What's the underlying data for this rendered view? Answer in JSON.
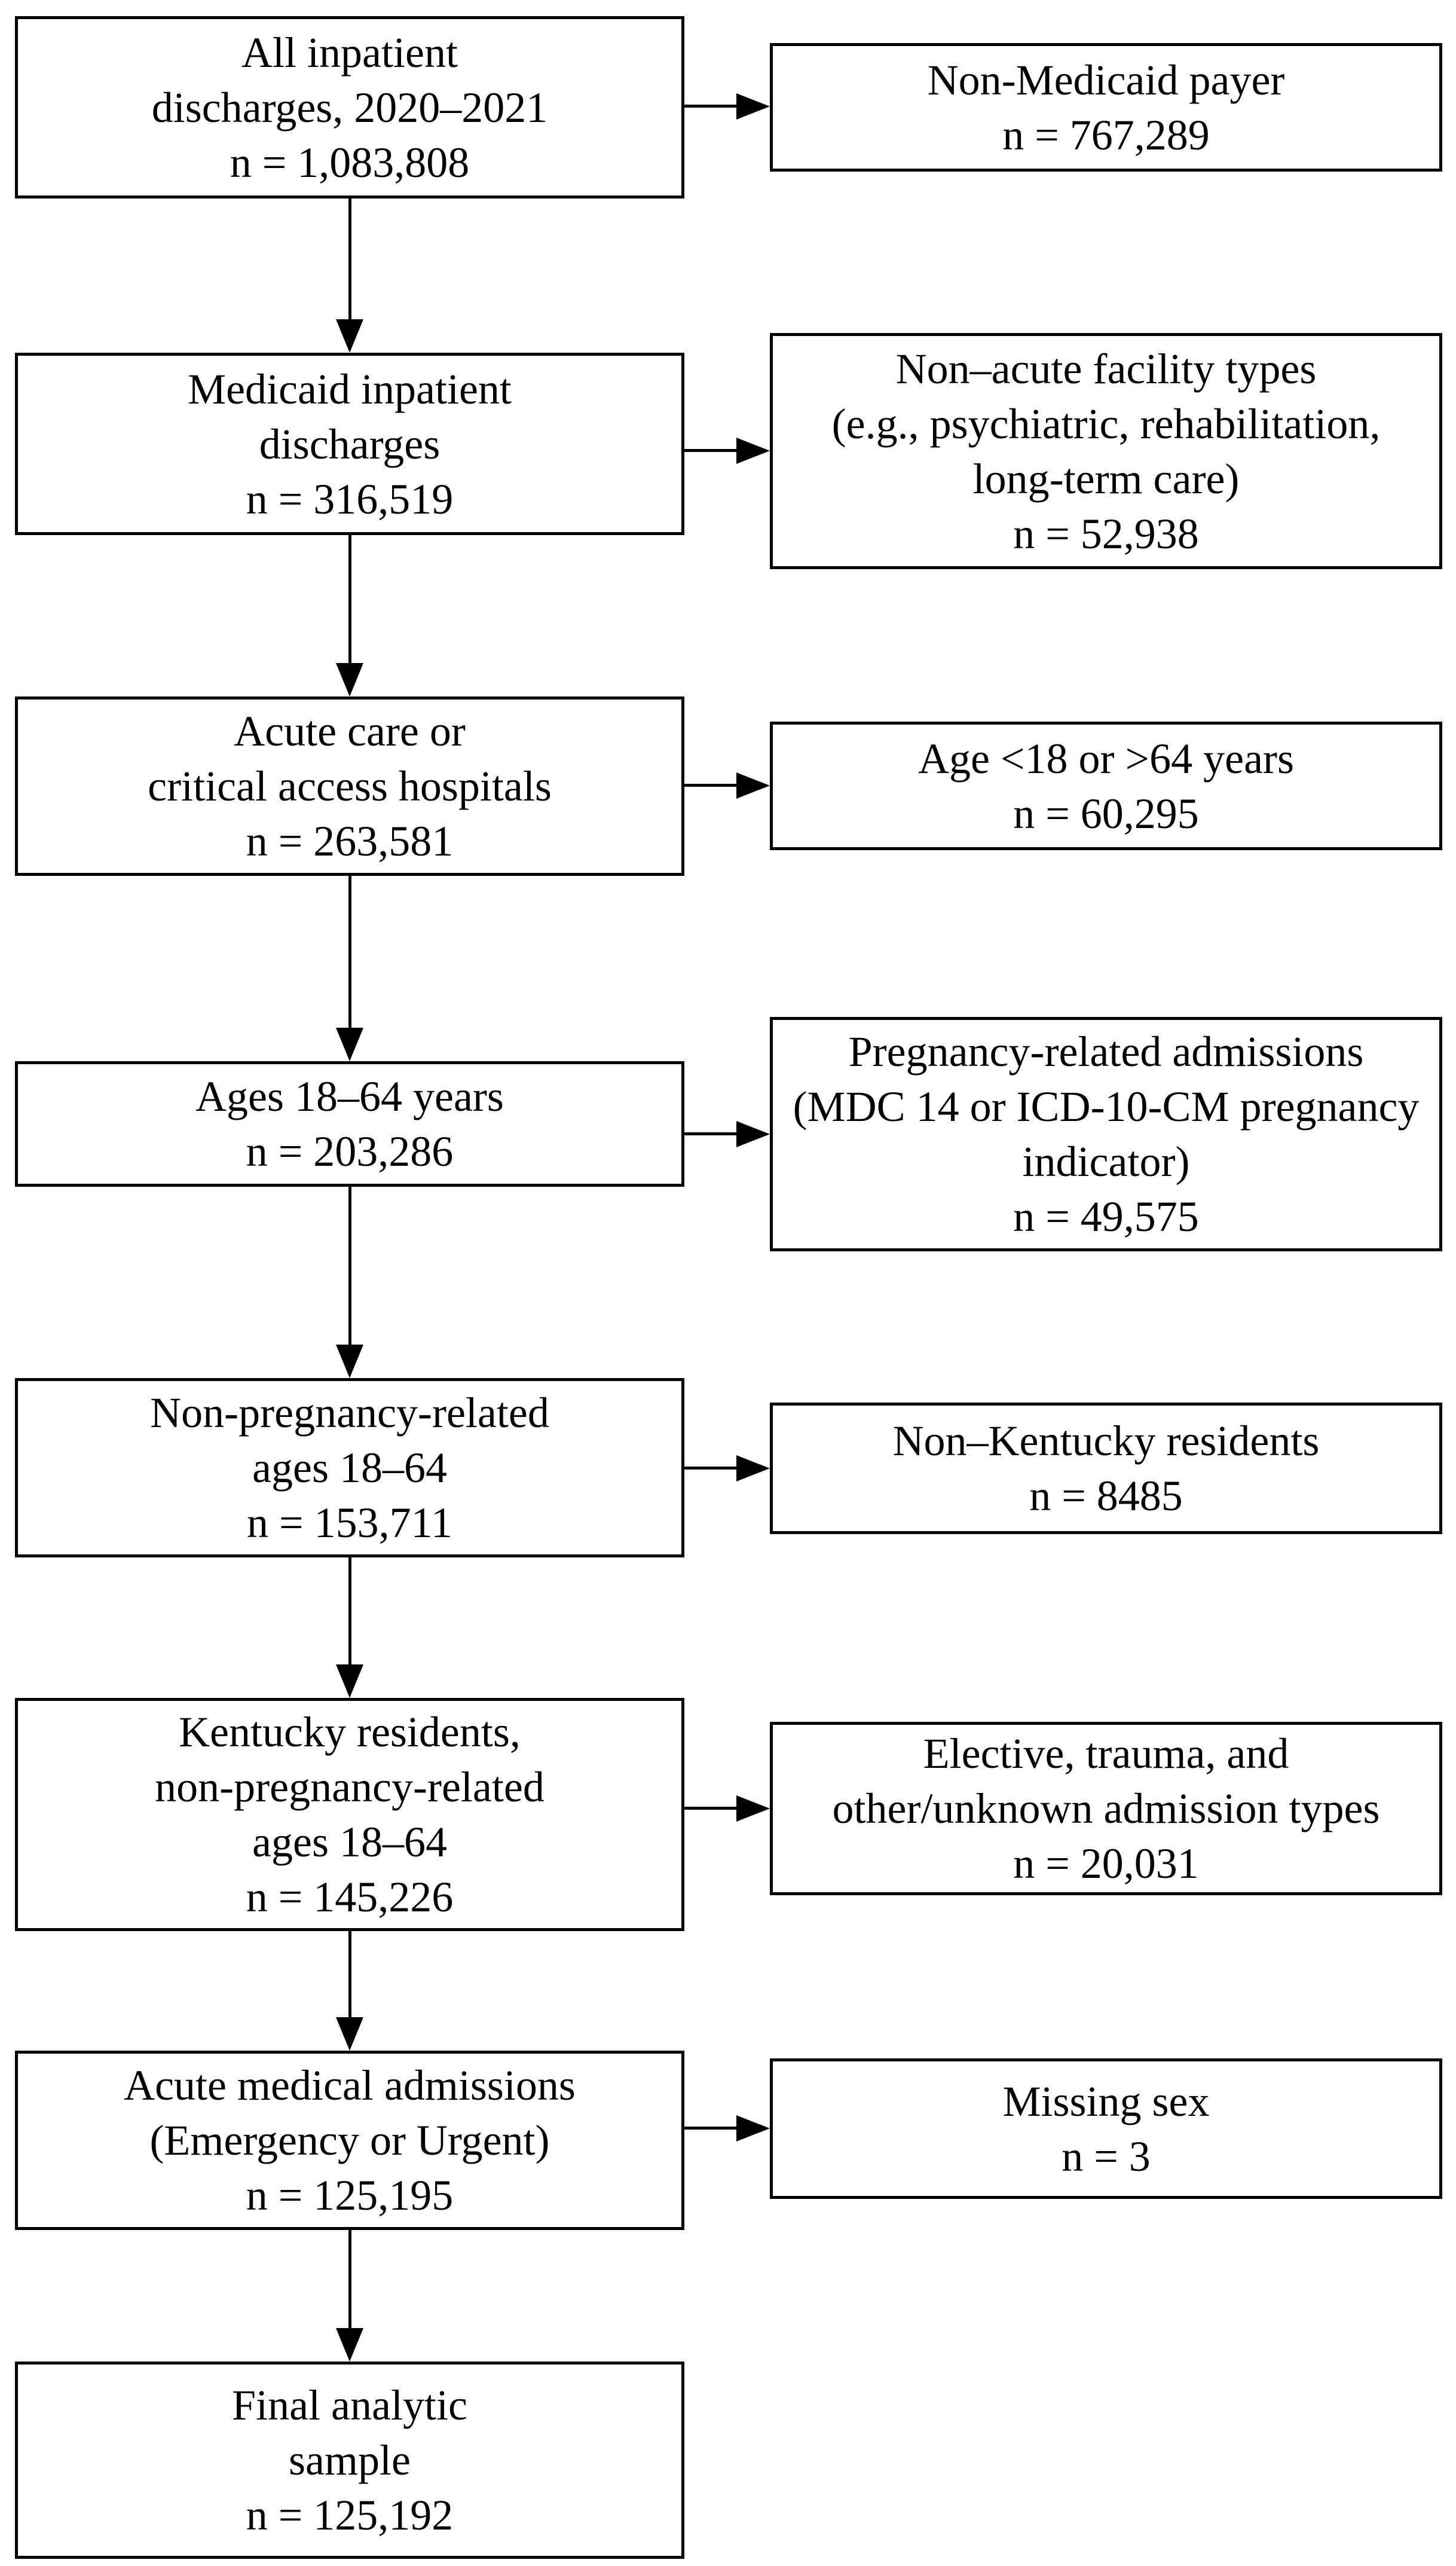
{
  "colors": {
    "background": "#ffffff",
    "line": "#000000",
    "text": "#000000"
  },
  "flow": {
    "main": [
      {
        "name": "all-inpatient-discharges",
        "text": "All inpatient\ndischarges, 2020–2021\nn = 1,083,808"
      },
      {
        "name": "medicaid-inpatient-discharges",
        "text": "Medicaid inpatient\ndischarges\nn = 316,519"
      },
      {
        "name": "acute-care-hospitals",
        "text": "Acute care or\ncritical access hospitals\nn = 263,581"
      },
      {
        "name": "ages-18-64",
        "text": "Ages 18–64 years\nn = 203,286"
      },
      {
        "name": "non-pregnancy-related",
        "text": "Non-pregnancy-related\nages 18–64\nn = 153,711"
      },
      {
        "name": "kentucky-residents",
        "text": "Kentucky residents,\nnon-pregnancy-related\nages 18–64\nn = 145,226"
      },
      {
        "name": "acute-medical-admissions",
        "text": "Acute medical admissions\n(Emergency or Urgent)\nn = 125,195"
      },
      {
        "name": "final-analytic-sample",
        "text": "Final analytic\nsample\nn = 125,192"
      }
    ],
    "exclusions": [
      {
        "name": "non-medicaid-payer",
        "text": "Non-Medicaid payer\nn = 767,289"
      },
      {
        "name": "non-acute-facility",
        "text": "Non–acute facility types\n(e.g., psychiatric, rehabilitation,\nlong-term care)\nn = 52,938"
      },
      {
        "name": "age-out-of-range",
        "text": "Age <18 or >64 years\nn = 60,295"
      },
      {
        "name": "pregnancy-related",
        "text": "Pregnancy-related admissions\n(MDC 14 or ICD-10-CM pregnancy\nindicator)\nn = 49,575"
      },
      {
        "name": "non-kentucky-residents",
        "text": "Non–Kentucky residents\nn = 8485"
      },
      {
        "name": "elective-trauma-other",
        "text": "Elective, trauma, and\nother/unknown admission types\nn = 20,031"
      },
      {
        "name": "missing-sex",
        "text": "Missing sex\nn = 3"
      }
    ]
  }
}
